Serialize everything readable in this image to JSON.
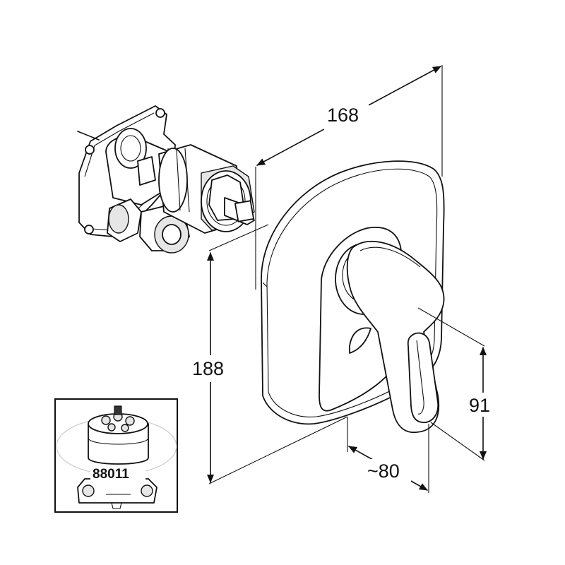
{
  "dimensions": {
    "width_label": "168",
    "height_label": "188",
    "lever_height_label": "91",
    "lever_depth_label": "~80"
  },
  "inset": {
    "part_number": "88011"
  }
}
